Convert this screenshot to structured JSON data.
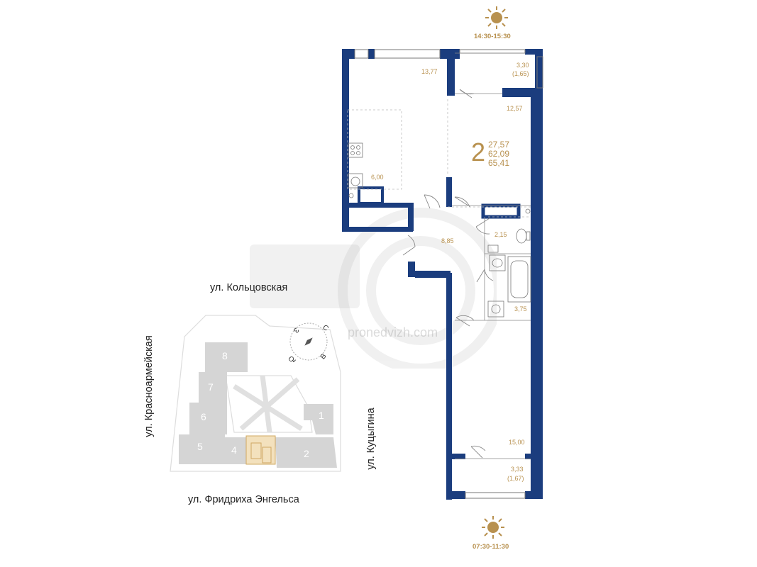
{
  "sun": {
    "top_time": "14:30-15:30",
    "bottom_time": "07:30-11:30"
  },
  "apartment": {
    "rooms": "2",
    "living_area": "27,57",
    "total_area": "62,09",
    "total_with_balconies": "65,41"
  },
  "room_areas": {
    "room_top": "13,77",
    "balcony_top": "3,30",
    "balcony_top_reduced": "(1,65)",
    "room_right": "12,57",
    "kitchen": "6,00",
    "hall": "8,85",
    "toilet": "2,15",
    "bathroom": "3,75",
    "room_bottom": "15,00",
    "balcony_bottom": "3,33",
    "balcony_bottom_reduced": "(1,67)"
  },
  "site_plan": {
    "streets": {
      "north": "ул. Кольцовская",
      "west": "ул. Красноармейская",
      "east": "ул. Куцыгина",
      "south": "ул. Фридриха Энгельса"
    },
    "compass": {
      "north": "С",
      "east": "В",
      "south": "Ю",
      "west": "З"
    },
    "buildings": [
      "1",
      "2",
      "4",
      "5",
      "6",
      "7",
      "8"
    ]
  },
  "colors": {
    "wall": "#1b3d7e",
    "accent": "#b8914f",
    "site_gray": "#d5d5d5",
    "highlight": "#e5c68f"
  }
}
